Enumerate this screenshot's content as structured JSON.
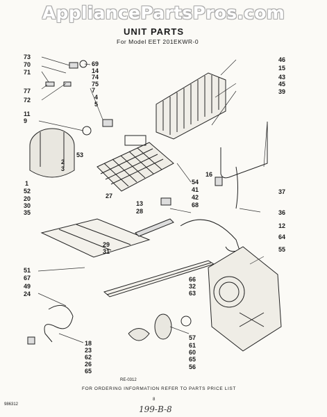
{
  "watermark": "AppliancePartsPros.com",
  "title": "UNIT PARTS",
  "subtitle": "For Model EET 201EKWR-0",
  "reference_code": "RE-0312",
  "footer": "FOR ORDERING INFORMATION REFER TO PARTS PRICE LIST",
  "page_number": "8",
  "side_code": "986312",
  "handwritten_note": "199-B-8",
  "left_labels": [
    {
      "text": "73"
    },
    {
      "text": "70"
    },
    {
      "text": "71"
    },
    {
      "text": "77"
    },
    {
      "text": "72"
    },
    {
      "text": "11"
    },
    {
      "text": "9"
    },
    {
      "text": "2"
    },
    {
      "text": "3"
    },
    {
      "text": "1"
    },
    {
      "text": "52"
    },
    {
      "text": "20"
    },
    {
      "text": "30"
    },
    {
      "text": "35"
    },
    {
      "text": "51"
    },
    {
      "text": "67"
    },
    {
      "text": "49"
    },
    {
      "text": "24"
    },
    {
      "text": "18"
    },
    {
      "text": "23"
    },
    {
      "text": "62"
    },
    {
      "text": "26"
    },
    {
      "text": "65"
    }
  ],
  "center_labels": [
    {
      "text": "69"
    },
    {
      "text": "14"
    },
    {
      "text": "74"
    },
    {
      "text": "75"
    },
    {
      "text": "7"
    },
    {
      "text": "4"
    },
    {
      "text": "5"
    },
    {
      "text": "53"
    },
    {
      "text": "27"
    },
    {
      "text": "13"
    },
    {
      "text": "28"
    },
    {
      "text": "29"
    },
    {
      "text": "31"
    },
    {
      "text": "54"
    },
    {
      "text": "41"
    },
    {
      "text": "42"
    },
    {
      "text": "68"
    },
    {
      "text": "16"
    },
    {
      "text": "66"
    },
    {
      "text": "32"
    },
    {
      "text": "63"
    },
    {
      "text": "57"
    },
    {
      "text": "61"
    },
    {
      "text": "60"
    },
    {
      "text": "65"
    },
    {
      "text": "56"
    }
  ],
  "right_labels": [
    {
      "text": "46"
    },
    {
      "text": "15"
    },
    {
      "text": "43"
    },
    {
      "text": "45"
    },
    {
      "text": "39"
    },
    {
      "text": "37"
    },
    {
      "text": "36"
    },
    {
      "text": "12"
    },
    {
      "text": "64"
    },
    {
      "text": "55"
    }
  ]
}
